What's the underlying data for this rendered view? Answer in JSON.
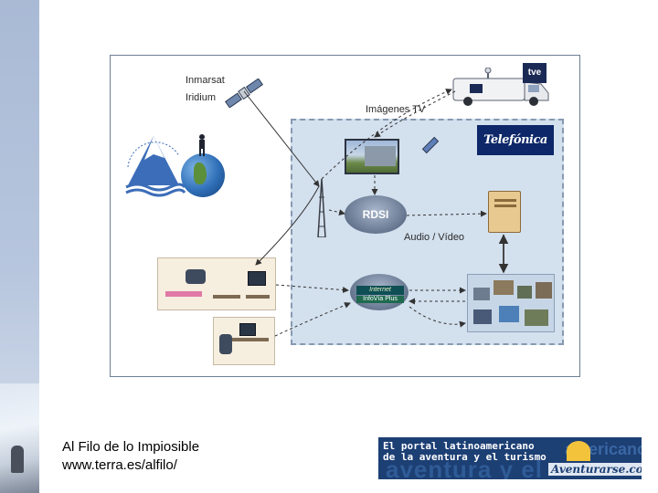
{
  "diagram": {
    "satellite_label_1": "Inmarsat",
    "satellite_label_2": "Iridium",
    "tv_images_label": "Imágenes TV",
    "tve_logo": "tve",
    "telefonica_logo": "Telefónica",
    "rdsi_label": "RDSI",
    "audio_video_label": "Audio / Vídeo",
    "internet_label": "Internet",
    "internet_sub_label": "InfoVía Plus"
  },
  "caption": {
    "line1": "Al Filo de lo Impiosible",
    "line2": "www.terra.es/alfilo/"
  },
  "banner": {
    "line1": "El portal latinoamericano",
    "line2": "de la aventura y el turismo",
    "brand": "Aventurarse.com"
  },
  "colors": {
    "frame_border": "#6f7f95",
    "network_zone": "#d3e0ee",
    "arrow": "#333333",
    "telefonica_bg": "#0d2768",
    "banner_bg": "#1c3f74"
  }
}
